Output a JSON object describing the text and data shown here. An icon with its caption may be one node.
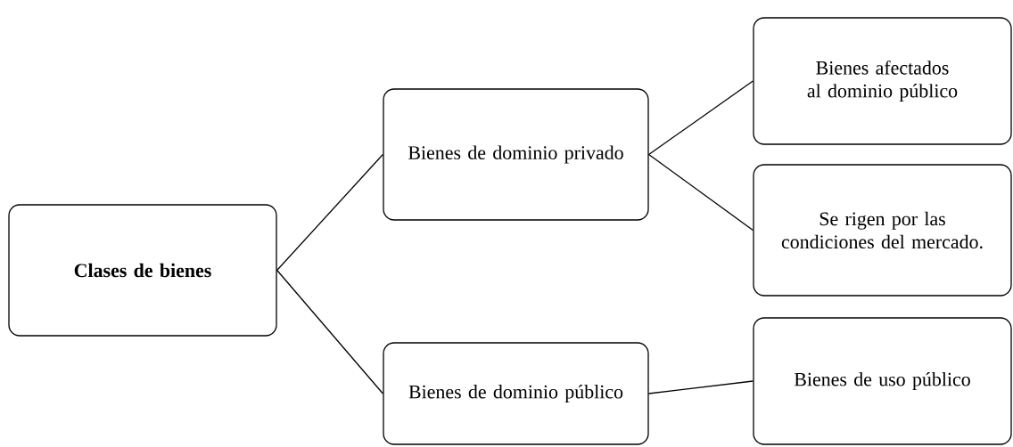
{
  "diagram": {
    "nodes": [
      {
        "text": [
          "Clases de bienes"
        ]
      },
      {
        "text": [
          "Bienes de dominio privado"
        ]
      },
      {
        "text": [
          "Bienes de dominio público"
        ]
      },
      {
        "text": [
          "Bienes afectados al dominio público"
        ]
      },
      {
        "text": [
          "Se rigen por las condiciones del mercado."
        ]
      },
      {
        "text": [
          "Bienes de uso público"
        ]
      }
    ],
    "edges": [
      {
        "from": 0,
        "to": 1,
        "arrow": "none"
      },
      {
        "from": 0,
        "to": 2,
        "arrow": "none"
      },
      {
        "from": 1,
        "to": 3,
        "arrow": "none"
      },
      {
        "from": 1,
        "to": 4,
        "arrow": "none"
      },
      {
        "from": 2,
        "to": 5,
        "arrow": "none"
      }
    ]
  }
}
